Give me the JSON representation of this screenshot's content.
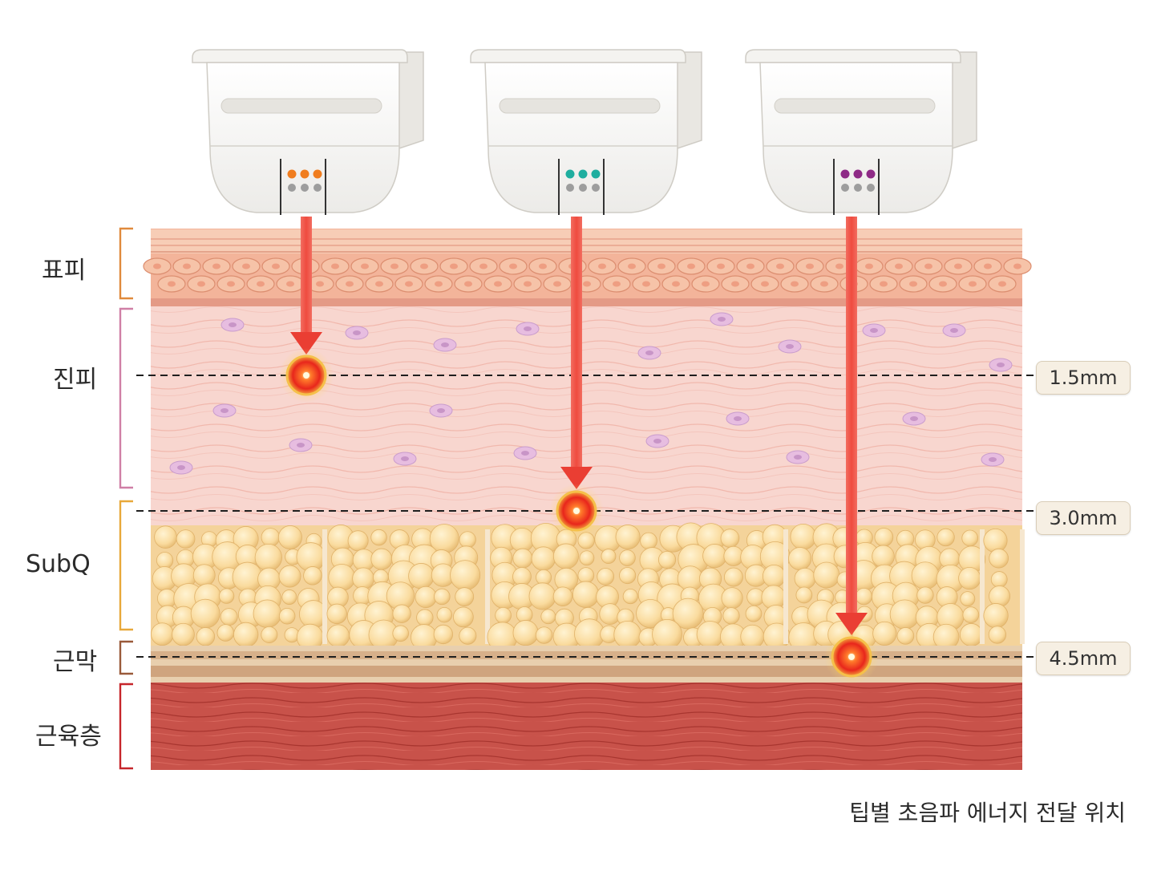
{
  "layers": [
    {
      "id": "epidermis",
      "label": "표피",
      "bracket_color": "#e08a3c"
    },
    {
      "id": "dermis",
      "label": "진피",
      "bracket_color": "#cf7fa6"
    },
    {
      "id": "subq",
      "label": "SubQ",
      "bracket_color": "#e8a83a"
    },
    {
      "id": "fascia",
      "label": "근막",
      "bracket_color": "#9a5a3a"
    },
    {
      "id": "muscle",
      "label": "근육층",
      "bracket_color": "#c6262b"
    }
  ],
  "transducers": [
    {
      "id": "tip-1",
      "dot_color": "#f07d1e",
      "depth": "1.5mm"
    },
    {
      "id": "tip-2",
      "dot_color": "#1fae9f",
      "depth": "3.0mm"
    },
    {
      "id": "tip-3",
      "dot_color": "#8e2a86",
      "depth": "4.5mm"
    }
  ],
  "depth_markers": [
    "1.5mm",
    "3.0mm",
    "4.5mm"
  ],
  "caption": "팁별 초음파 에너지 전달 위치",
  "colors": {
    "beam": "#ef4b3f",
    "focus": "#e8261c",
    "epidermis": "#f3b49a",
    "dermis": "#f8d6cf",
    "subq": "#f9dca0",
    "fascia": "#d7b08a",
    "muscle": "#c8524a"
  }
}
